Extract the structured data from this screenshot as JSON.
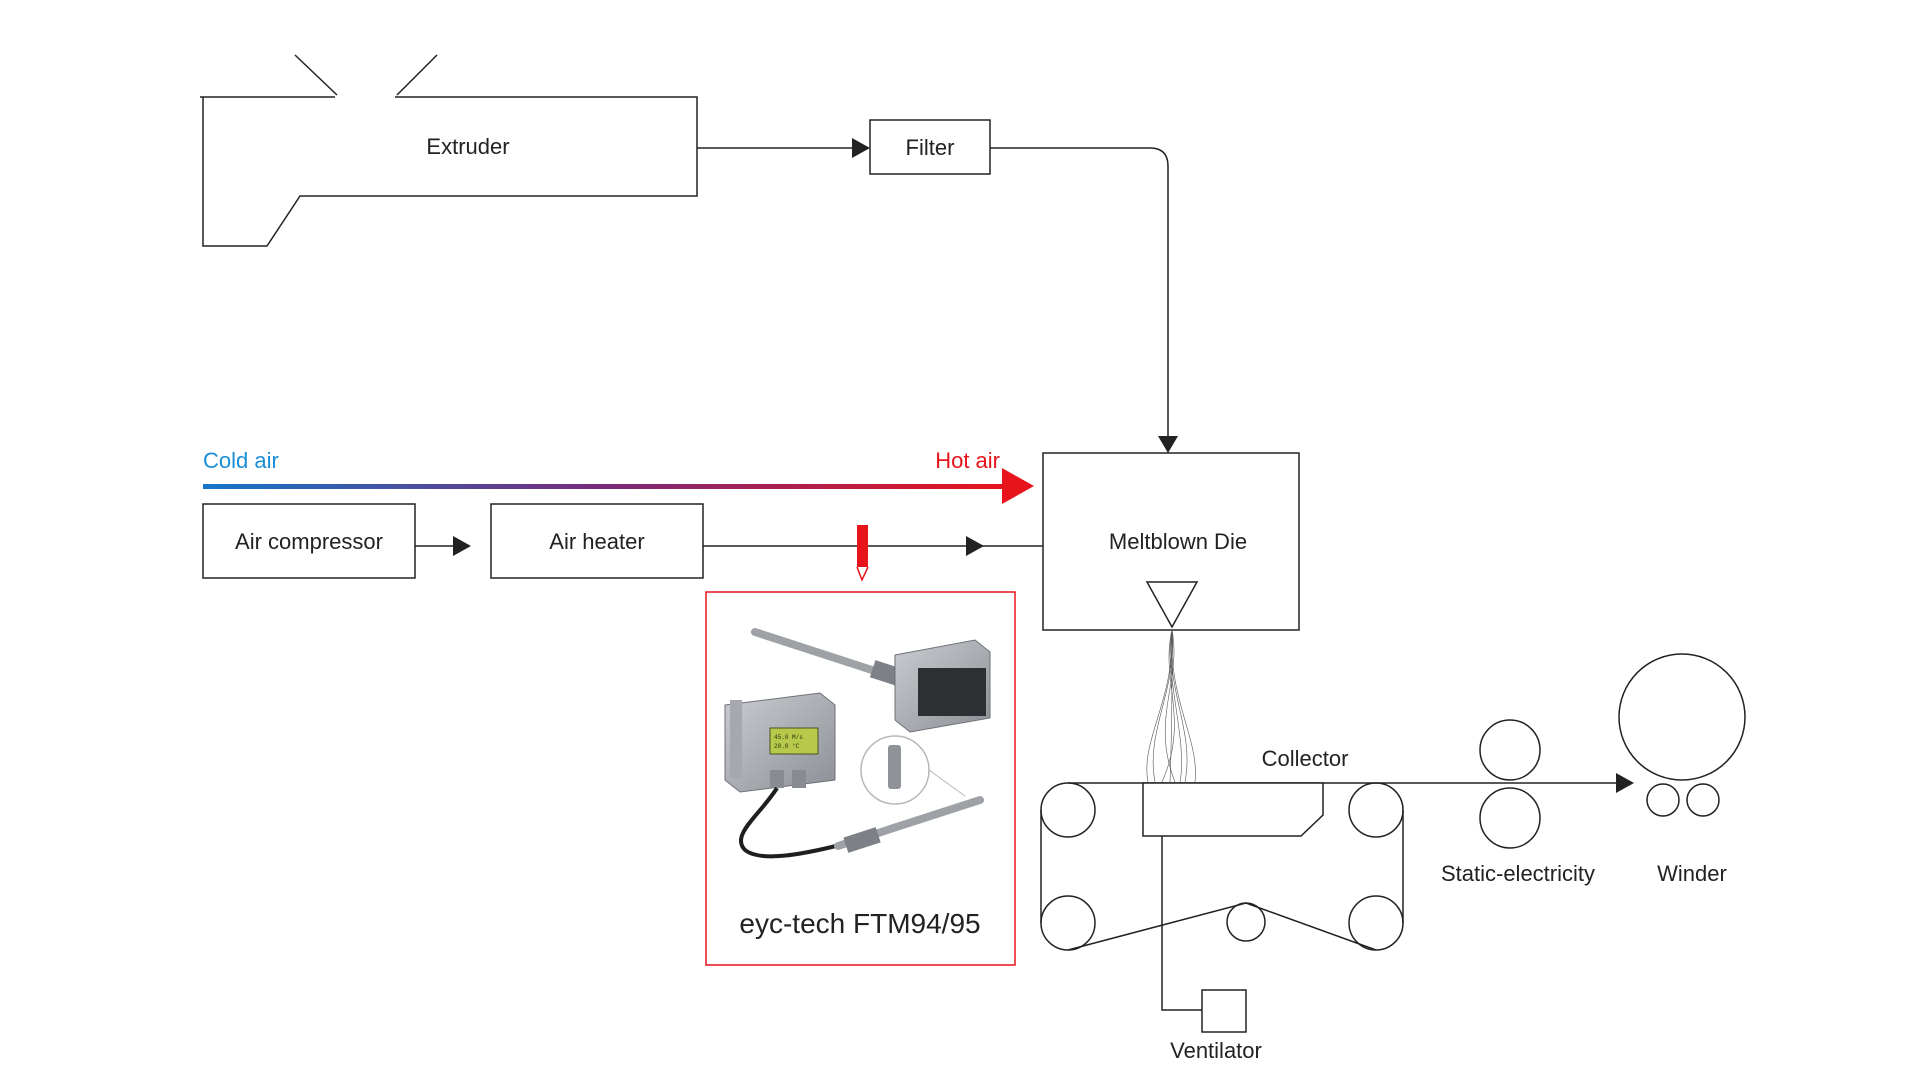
{
  "nodes": {
    "extruder": "Extruder",
    "filter": "Filter",
    "air_compressor": "Air compressor",
    "air_heater": "Air heater",
    "meltblown_die": "Meltblown Die",
    "collector": "Collector",
    "static_electricity": "Static-electricity",
    "winder": "Winder",
    "ventilator": "Ventilator"
  },
  "air_gradient": {
    "cold_label": "Cold air",
    "hot_label": "Hot air",
    "cold_color": "#1a8fd6",
    "hot_color": "#e8141b"
  },
  "sensor": {
    "product_label": "eyc-tech FTM94/95",
    "display_line1": "45.0 M/s",
    "display_line2": "20.0 °C",
    "accent_color": "#e8141b"
  }
}
